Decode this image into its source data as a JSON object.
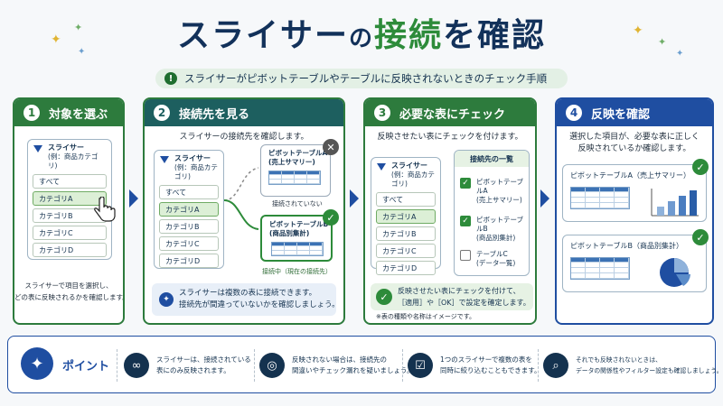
{
  "title": {
    "part1": "スライサー",
    "part2": "の",
    "part3": "接続",
    "part4": "を確認"
  },
  "subtitle": "スライサーがピボットテーブルやテーブルに反映されないときのチェック手順",
  "steps": [
    {
      "num": "1",
      "title": "対象を選ぶ"
    },
    {
      "num": "2",
      "title": "接続先を見る"
    },
    {
      "num": "3",
      "title": "必要な表にチェック"
    },
    {
      "num": "4",
      "title": "反映を確認"
    }
  ],
  "slicer": {
    "title": "スライサー",
    "subtitle": "(例：商品カテゴリ)",
    "items": [
      "すべて",
      "カテゴリA",
      "カテゴリB",
      "カテゴリC",
      "カテゴリD"
    ]
  },
  "step1": {
    "desc1": "スライサーで項目を選択し、",
    "desc2": "どの表に反映されるかを確認します。"
  },
  "step2": {
    "desc": "スライサーの接続先を確認します。",
    "ptA_line1": "ピボットテーブルA",
    "ptA_line2": "(売上サマリー)",
    "ptA_note": "接続されていない",
    "ptB_line1": "ピボットテーブルB",
    "ptB_line2": "(商品別集計)",
    "ptB_note": "接続中（現在の接続先）",
    "info1": "スライサーは複数の表に接続できます。",
    "info2": "接続先が間違っていないかを確認しましょう。"
  },
  "step3": {
    "desc": "反映させたい表にチェックを付けます。",
    "list_title": "接続先の一覧",
    "items": [
      {
        "line1": "ピボットテーブルA",
        "line2": "(売上サマリー)",
        "checked": true
      },
      {
        "line1": "ピボットテーブルB",
        "line2": "(商品別集計)",
        "checked": true
      },
      {
        "line1": "テーブルC",
        "line2": "(データ一覧)",
        "checked": false
      }
    ],
    "info1": "反映させたい表にチェックを付けて、",
    "info2": "［適用］や［OK］で設定を確定します。",
    "footnote": "※表の種類や名称はイメージです。"
  },
  "step4": {
    "desc1": "選択した項目が、必要な表に正しく",
    "desc2": "反映されているか確認します。",
    "ptA": "ピボットテーブルA（売上サマリー）",
    "ptB": "ピボットテーブルB（商品別集計）"
  },
  "bottom": {
    "label": "ポイント",
    "tips": [
      {
        "icon": "link-icon",
        "l1": "スライサーは、接続されている",
        "l2": "表にのみ反映されます。"
      },
      {
        "icon": "target-icon",
        "l1": "反映されない場合は、接続先の",
        "l2": "間違いやチェック漏れを疑いましょう。"
      },
      {
        "icon": "checklist-icon",
        "l1": "1つのスライサーで複数の表を",
        "l2": "同時に絞り込むこともできます。"
      },
      {
        "icon": "search-icon",
        "l1": "それでも反映されないときは、",
        "l2": "データの関係性やフィルター設定も確認しましょう。"
      }
    ]
  },
  "colors": {
    "navy": "#12315a",
    "green": "#2d8b3a",
    "blue": "#1f4ea1",
    "teal": "#1d5f5f"
  }
}
